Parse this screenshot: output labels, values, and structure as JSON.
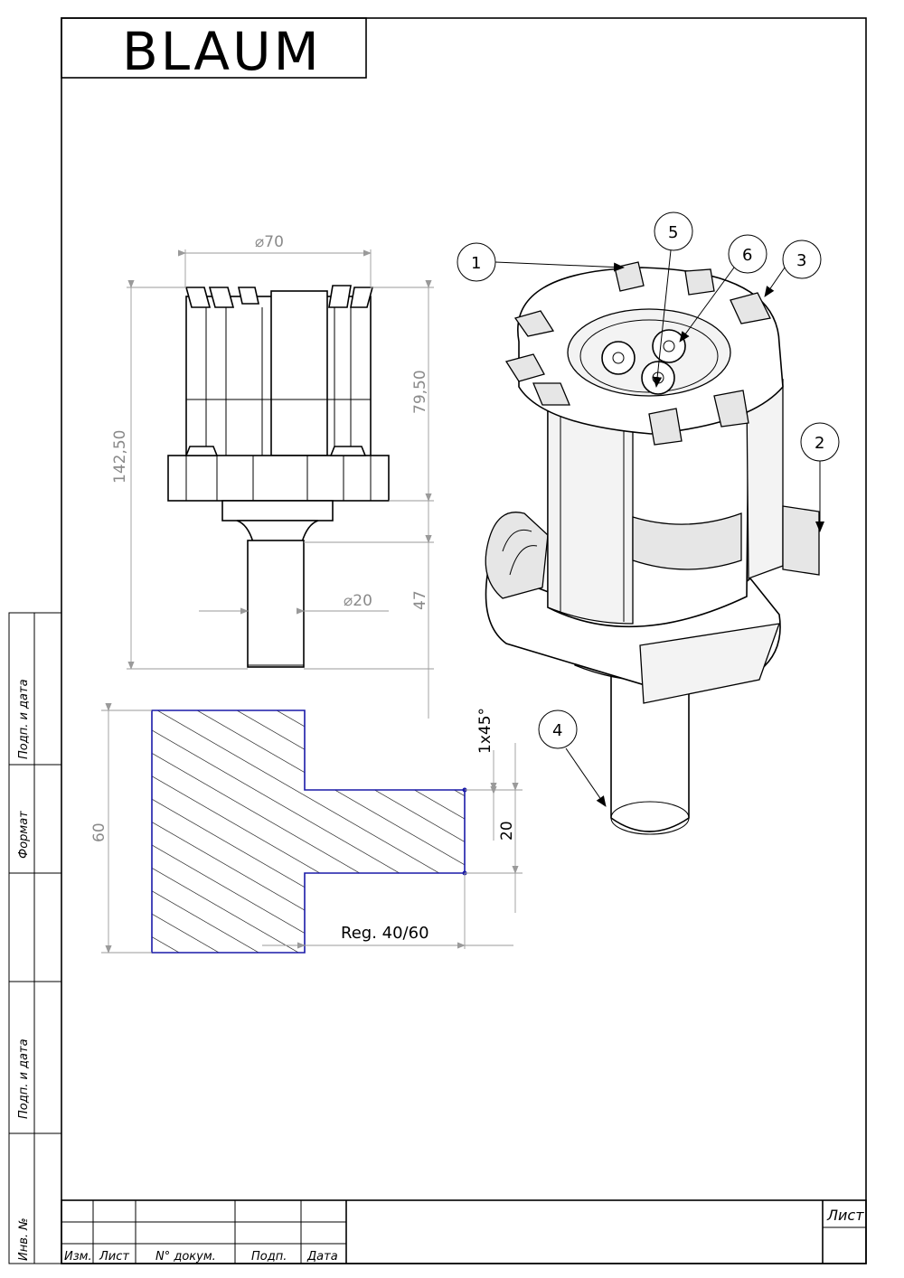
{
  "title": "BLAUM",
  "dimensions": {
    "diameter_top": "70",
    "diameter_shank": "20",
    "total_length": "142,50",
    "cutter_height": "79,50",
    "shank_length": "47",
    "profile_height": "60",
    "profile_step": "20",
    "chamfer": "1x45°",
    "reg": "Reg. 40/60"
  },
  "balloons": [
    "1",
    "2",
    "3",
    "4",
    "5",
    "6"
  ],
  "side_stamp": [
    "Подп. и дата",
    "Формат",
    "Подп. и дата",
    "Инв. №"
  ],
  "title_block": {
    "cols": [
      "Изм.",
      "Лист",
      "N° докум.",
      "Подп.",
      "Дата"
    ],
    "sheet_label": "Лист"
  },
  "colors": {
    "profile_outline": "#1a1aa8",
    "dimension": "#8a8a8a"
  }
}
